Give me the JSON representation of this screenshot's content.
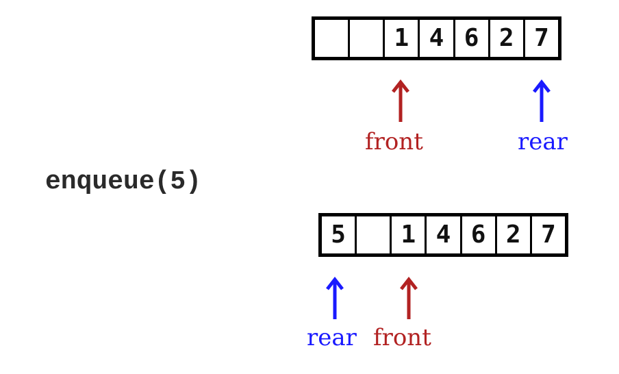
{
  "top_queue": {
    "cells": [
      "",
      "",
      "1",
      "4",
      "6",
      "2",
      "7"
    ],
    "front_label": "front",
    "rear_label": "rear"
  },
  "operation": "enqueue(5)",
  "bottom_queue": {
    "cells": [
      "5",
      "",
      "1",
      "4",
      "6",
      "2",
      "7"
    ],
    "front_label": "front",
    "rear_label": "rear"
  },
  "colors": {
    "front": "#b22222",
    "rear": "#1a1aff"
  }
}
